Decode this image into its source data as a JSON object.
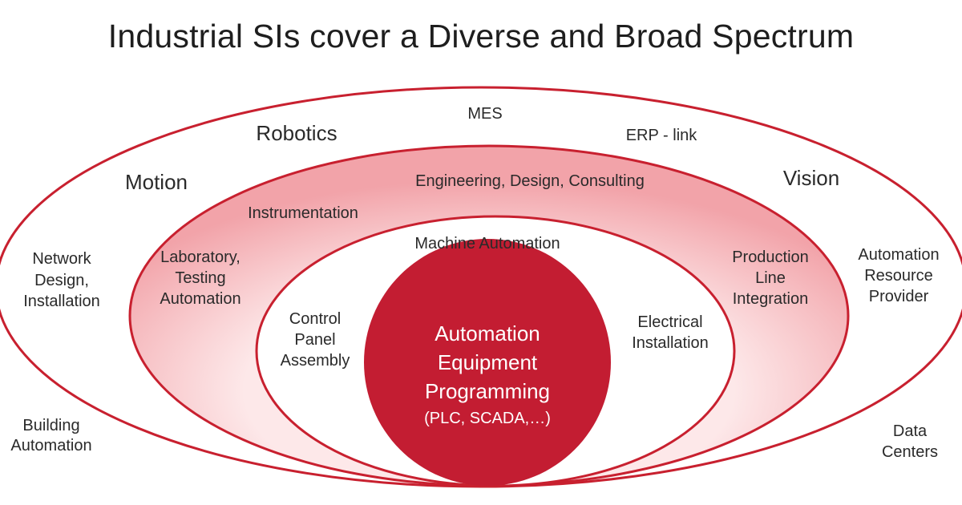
{
  "title": "Industrial SIs cover a Diverse and Broad Spectrum",
  "colors": {
    "ring_stroke": "#c8202f",
    "core_fill": "#c31d32",
    "band_light": "#fde7e8",
    "band_dark": "#f3a9ae",
    "text": "#2a2a2a"
  },
  "outer": {
    "mes": "MES",
    "robotics": "Robotics",
    "erp": "ERP - link",
    "motion": "Motion",
    "vision": "Vision",
    "network": [
      "Network",
      "Design,",
      "Installation"
    ],
    "automation_resource": [
      "Automation",
      "Resource",
      "Provider"
    ],
    "building": [
      "Building",
      "Automation"
    ],
    "data_centers": [
      "Data",
      "Centers"
    ]
  },
  "middle": {
    "engineering": "Engineering, Design, Consulting",
    "instrumentation": "Instrumentation",
    "laboratory": [
      "Laboratory,",
      "Testing",
      "Automation"
    ],
    "production": [
      "Production",
      "Line",
      "Integration"
    ]
  },
  "inner": {
    "machine_automation": "Machine Automation",
    "control_panel": [
      "Control",
      "Panel",
      "Assembly"
    ],
    "electrical": [
      "Electrical",
      "Installation"
    ]
  },
  "core": {
    "lines": [
      "Automation",
      "Equipment",
      "Programming"
    ],
    "sub": "(PLC, SCADA,…)"
  }
}
